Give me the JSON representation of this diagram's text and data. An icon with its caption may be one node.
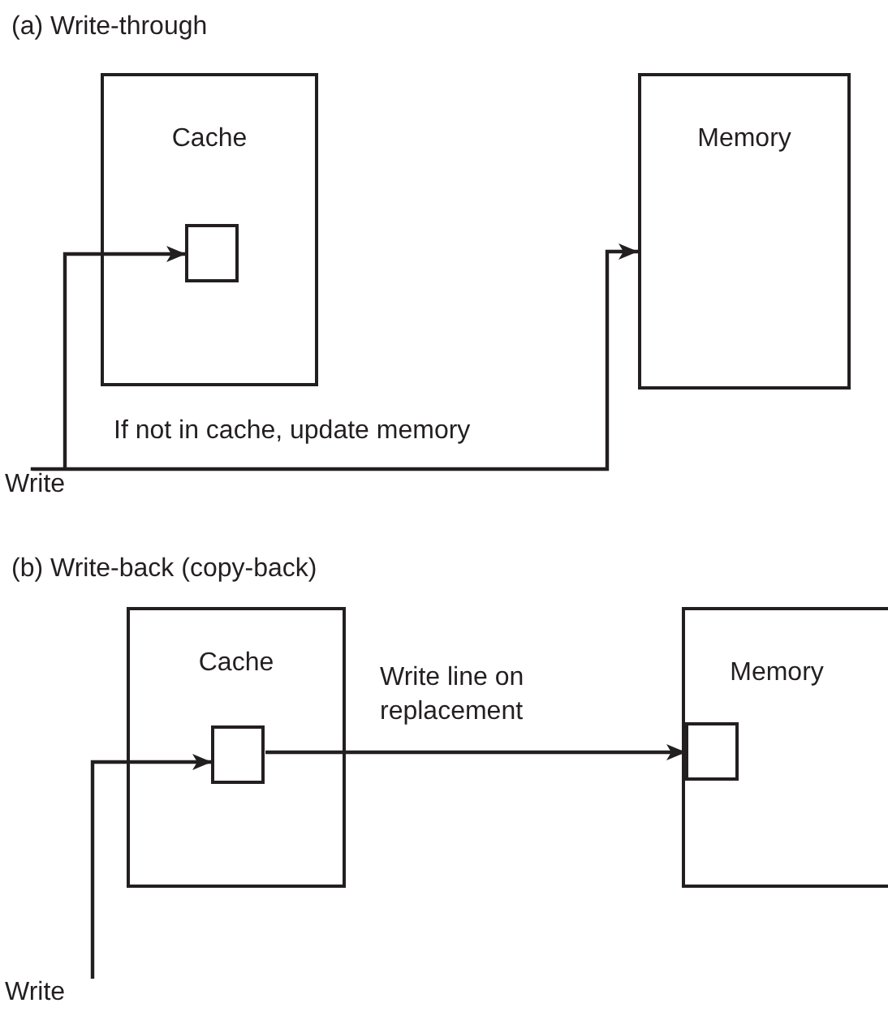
{
  "diagram": {
    "nodes": [
      {
        "text": [
          "Cache"
        ]
      },
      {
        "text": [],
        "shape": "box",
        "in": 0
      },
      {
        "text": [
          "Memory"
        ]
      },
      {
        "text": [
          "Write"
        ]
      },
      {
        "text": [
          "Cache"
        ]
      },
      {
        "text": [],
        "shape": "box",
        "in": 4
      },
      {
        "text": [
          "Memory"
        ]
      },
      {
        "text": [],
        "shape": "box",
        "in": 6
      },
      {
        "text": [
          "Write"
        ]
      }
    ],
    "edges": [
      {
        "from": 3,
        "to": 1,
        "arrow": "to"
      },
      {
        "from": 3,
        "to": 2,
        "arrow": "to",
        "label": "If not in cache, update memory"
      },
      {
        "from": 8,
        "to": 5,
        "arrow": "to"
      },
      {
        "from": 5,
        "to": 7,
        "arrow": "to",
        "label": "Write line on replacement"
      }
    ],
    "labels": [
      "(a) Write-through",
      "(b) Write-back (copy-back)"
    ]
  }
}
